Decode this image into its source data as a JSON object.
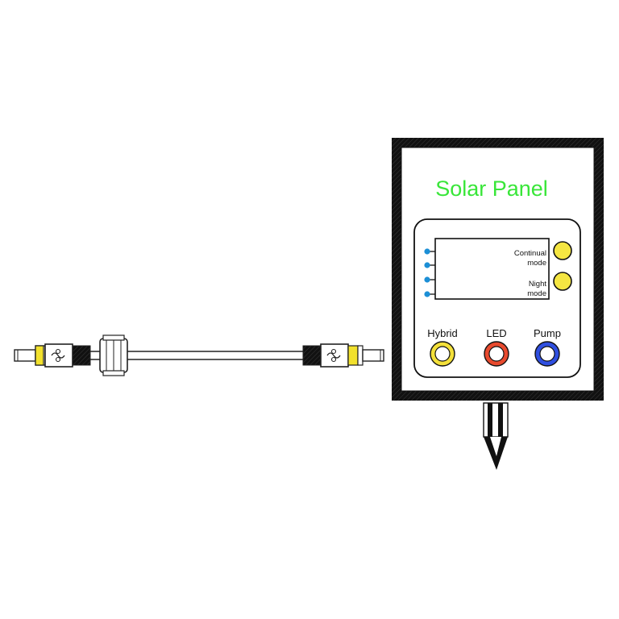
{
  "panel": {
    "title": "Solar Panel",
    "mode_buttons": [
      {
        "line1": "Continual",
        "line2": "mode",
        "color": "#f5e642"
      },
      {
        "line1": "Night",
        "line2": "mode",
        "color": "#f5e642"
      }
    ],
    "indicators": [
      {
        "label": "Hybrid",
        "color": "#f3e03a"
      },
      {
        "label": "LED",
        "color": "#e84a2e"
      },
      {
        "label": "Pump",
        "color": "#2f4fe0"
      }
    ],
    "led_dot_color": "#1c8fd6",
    "title_color": "#39e639"
  },
  "cable": {
    "connector_band_color": "#f2e12d"
  }
}
